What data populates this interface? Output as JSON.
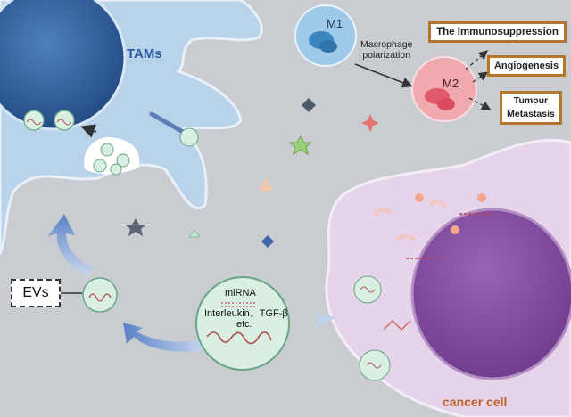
{
  "labels": {
    "tams": "TAMs",
    "m1": "M1",
    "m2": "M2",
    "macrophage_polarization": "Macrophage\npolarization",
    "cancer_cell": "cancer cell",
    "evs": "EVs",
    "cargo_line1": "miRNA",
    "cargo_line2": "Interleukin、TGF-β",
    "cargo_line3": "etc."
  },
  "outcomes": [
    "The Immunosuppression",
    "Angiogenesis",
    "Tumour\nMetastasis"
  ],
  "colors": {
    "background": "#c9ccd0",
    "tam_cell": "#b8d3ea",
    "tam_nucleus": "#3f6fa8",
    "cancer_cell": "#e6d4ea",
    "cancer_nucleus": "#8a52a4",
    "ev_vesicle": "#d8efe2",
    "m1": "#9ec9e8",
    "m2": "#f1a9b0",
    "box_border": "#b5752a",
    "cancer_label": "#c0622a",
    "tams_label": "#2b5b9e"
  }
}
